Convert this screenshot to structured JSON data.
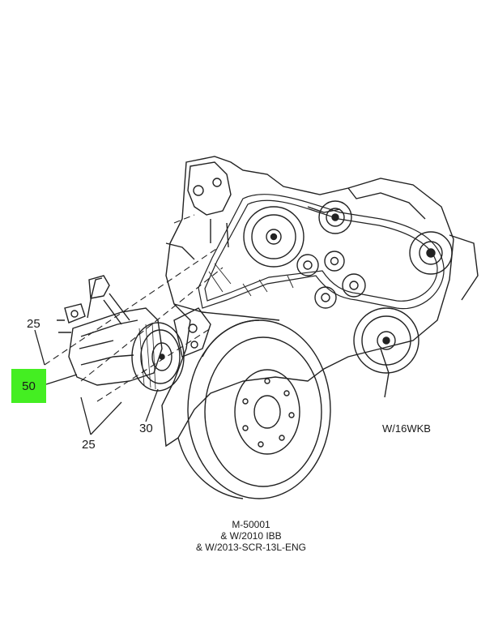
{
  "callouts": {
    "c25_top": "25",
    "c50": "50",
    "c25_bottom": "25",
    "c30": "30"
  },
  "highlight_color": "#44ee22",
  "drawing_tag": "W/16WKB",
  "caption": {
    "line1": "M-50001",
    "line2": "& W/2010 IBB",
    "line3": "& W/2013-SCR-13L-ENG"
  }
}
